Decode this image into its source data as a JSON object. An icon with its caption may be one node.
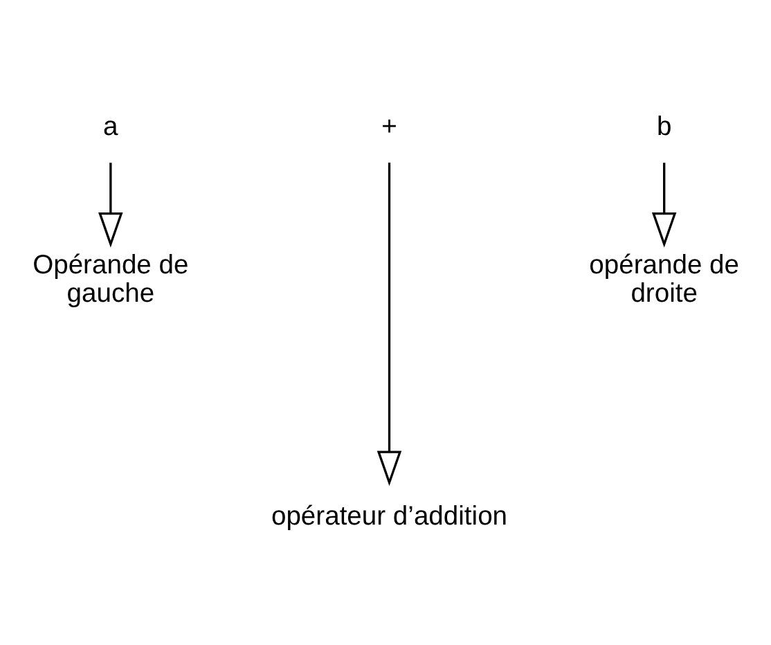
{
  "diagram": {
    "nodes": [
      {
        "text": [
          "a"
        ]
      },
      {
        "text": [
          "+"
        ]
      },
      {
        "text": [
          "b"
        ]
      },
      {
        "text": [
          "Opérande de gauche"
        ]
      },
      {
        "text": [
          "opérande de droite"
        ]
      },
      {
        "text": [
          "opérateur d’addition"
        ]
      }
    ],
    "edges": [
      {
        "from": 0,
        "to": 3,
        "arrow": "to"
      },
      {
        "from": 1,
        "to": 5,
        "arrow": "to"
      },
      {
        "from": 2,
        "to": 4,
        "arrow": "to"
      }
    ]
  }
}
